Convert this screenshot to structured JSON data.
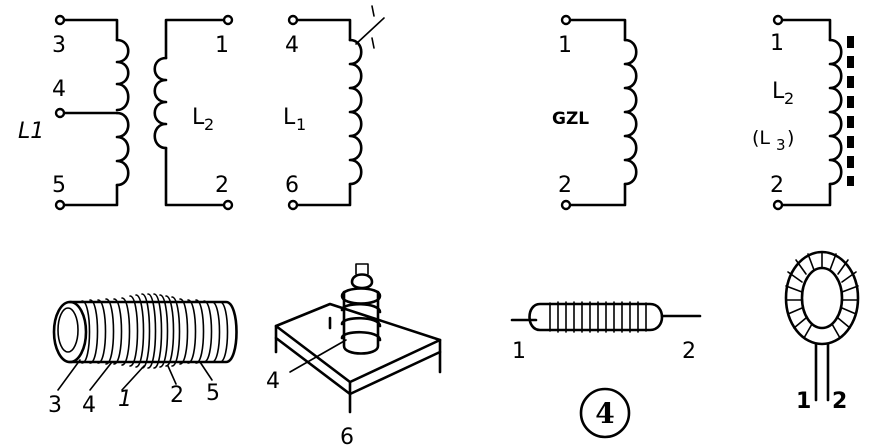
{
  "labels": {
    "c1": {
      "t3": "3",
      "t4": "4",
      "t5": "5",
      "coil": "L1",
      "coil_sub": "1"
    },
    "c2": {
      "t1": "1",
      "t2": "2",
      "coil": "L",
      "coil_sub": "2"
    },
    "c3": {
      "t4": "4",
      "t6": "6",
      "coil": "L",
      "coil_sub": "1"
    },
    "c4": {
      "t1": "1",
      "t2": "2",
      "coil": "GZL"
    },
    "c5": {
      "t1": "1",
      "t2": "2",
      "coil": "L",
      "coil_sub": "2",
      "coil_alt": "(L",
      "coil_alt_sub": "3",
      "coil_alt_close": ")"
    },
    "p1": {
      "a": "3",
      "b": "4",
      "c": "1",
      "d": "2",
      "e": "5"
    },
    "p2": {
      "a": "4",
      "b": "6"
    },
    "p3": {
      "a": "1",
      "b": "2"
    },
    "p4": {
      "a": "1",
      "b": "2"
    },
    "figure_number": "4"
  }
}
